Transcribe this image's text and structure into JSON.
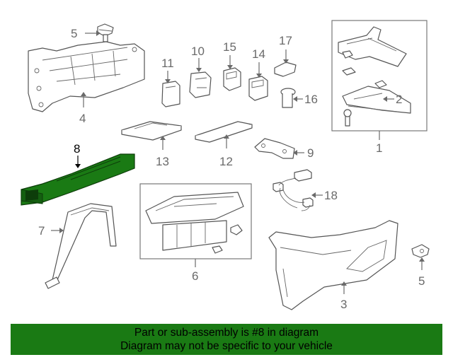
{
  "callouts": {
    "c1": "1",
    "c2": "2",
    "c3": "3",
    "c4": "4",
    "c5a": "5",
    "c5b": "5",
    "c6": "6",
    "c7": "7",
    "c8": "8",
    "c9": "9",
    "c10": "10",
    "c11": "11",
    "c12": "12",
    "c13": "13",
    "c14": "14",
    "c15": "15",
    "c16": "16",
    "c17": "17",
    "c18": "18"
  },
  "highlight": {
    "part_number": "8",
    "color": "#1a7a14"
  },
  "banner": {
    "line1": "Part or sub-assembly is #8 in diagram",
    "line2": "Diagram may not be specific to your vehicle",
    "color": "#1a7a14"
  }
}
